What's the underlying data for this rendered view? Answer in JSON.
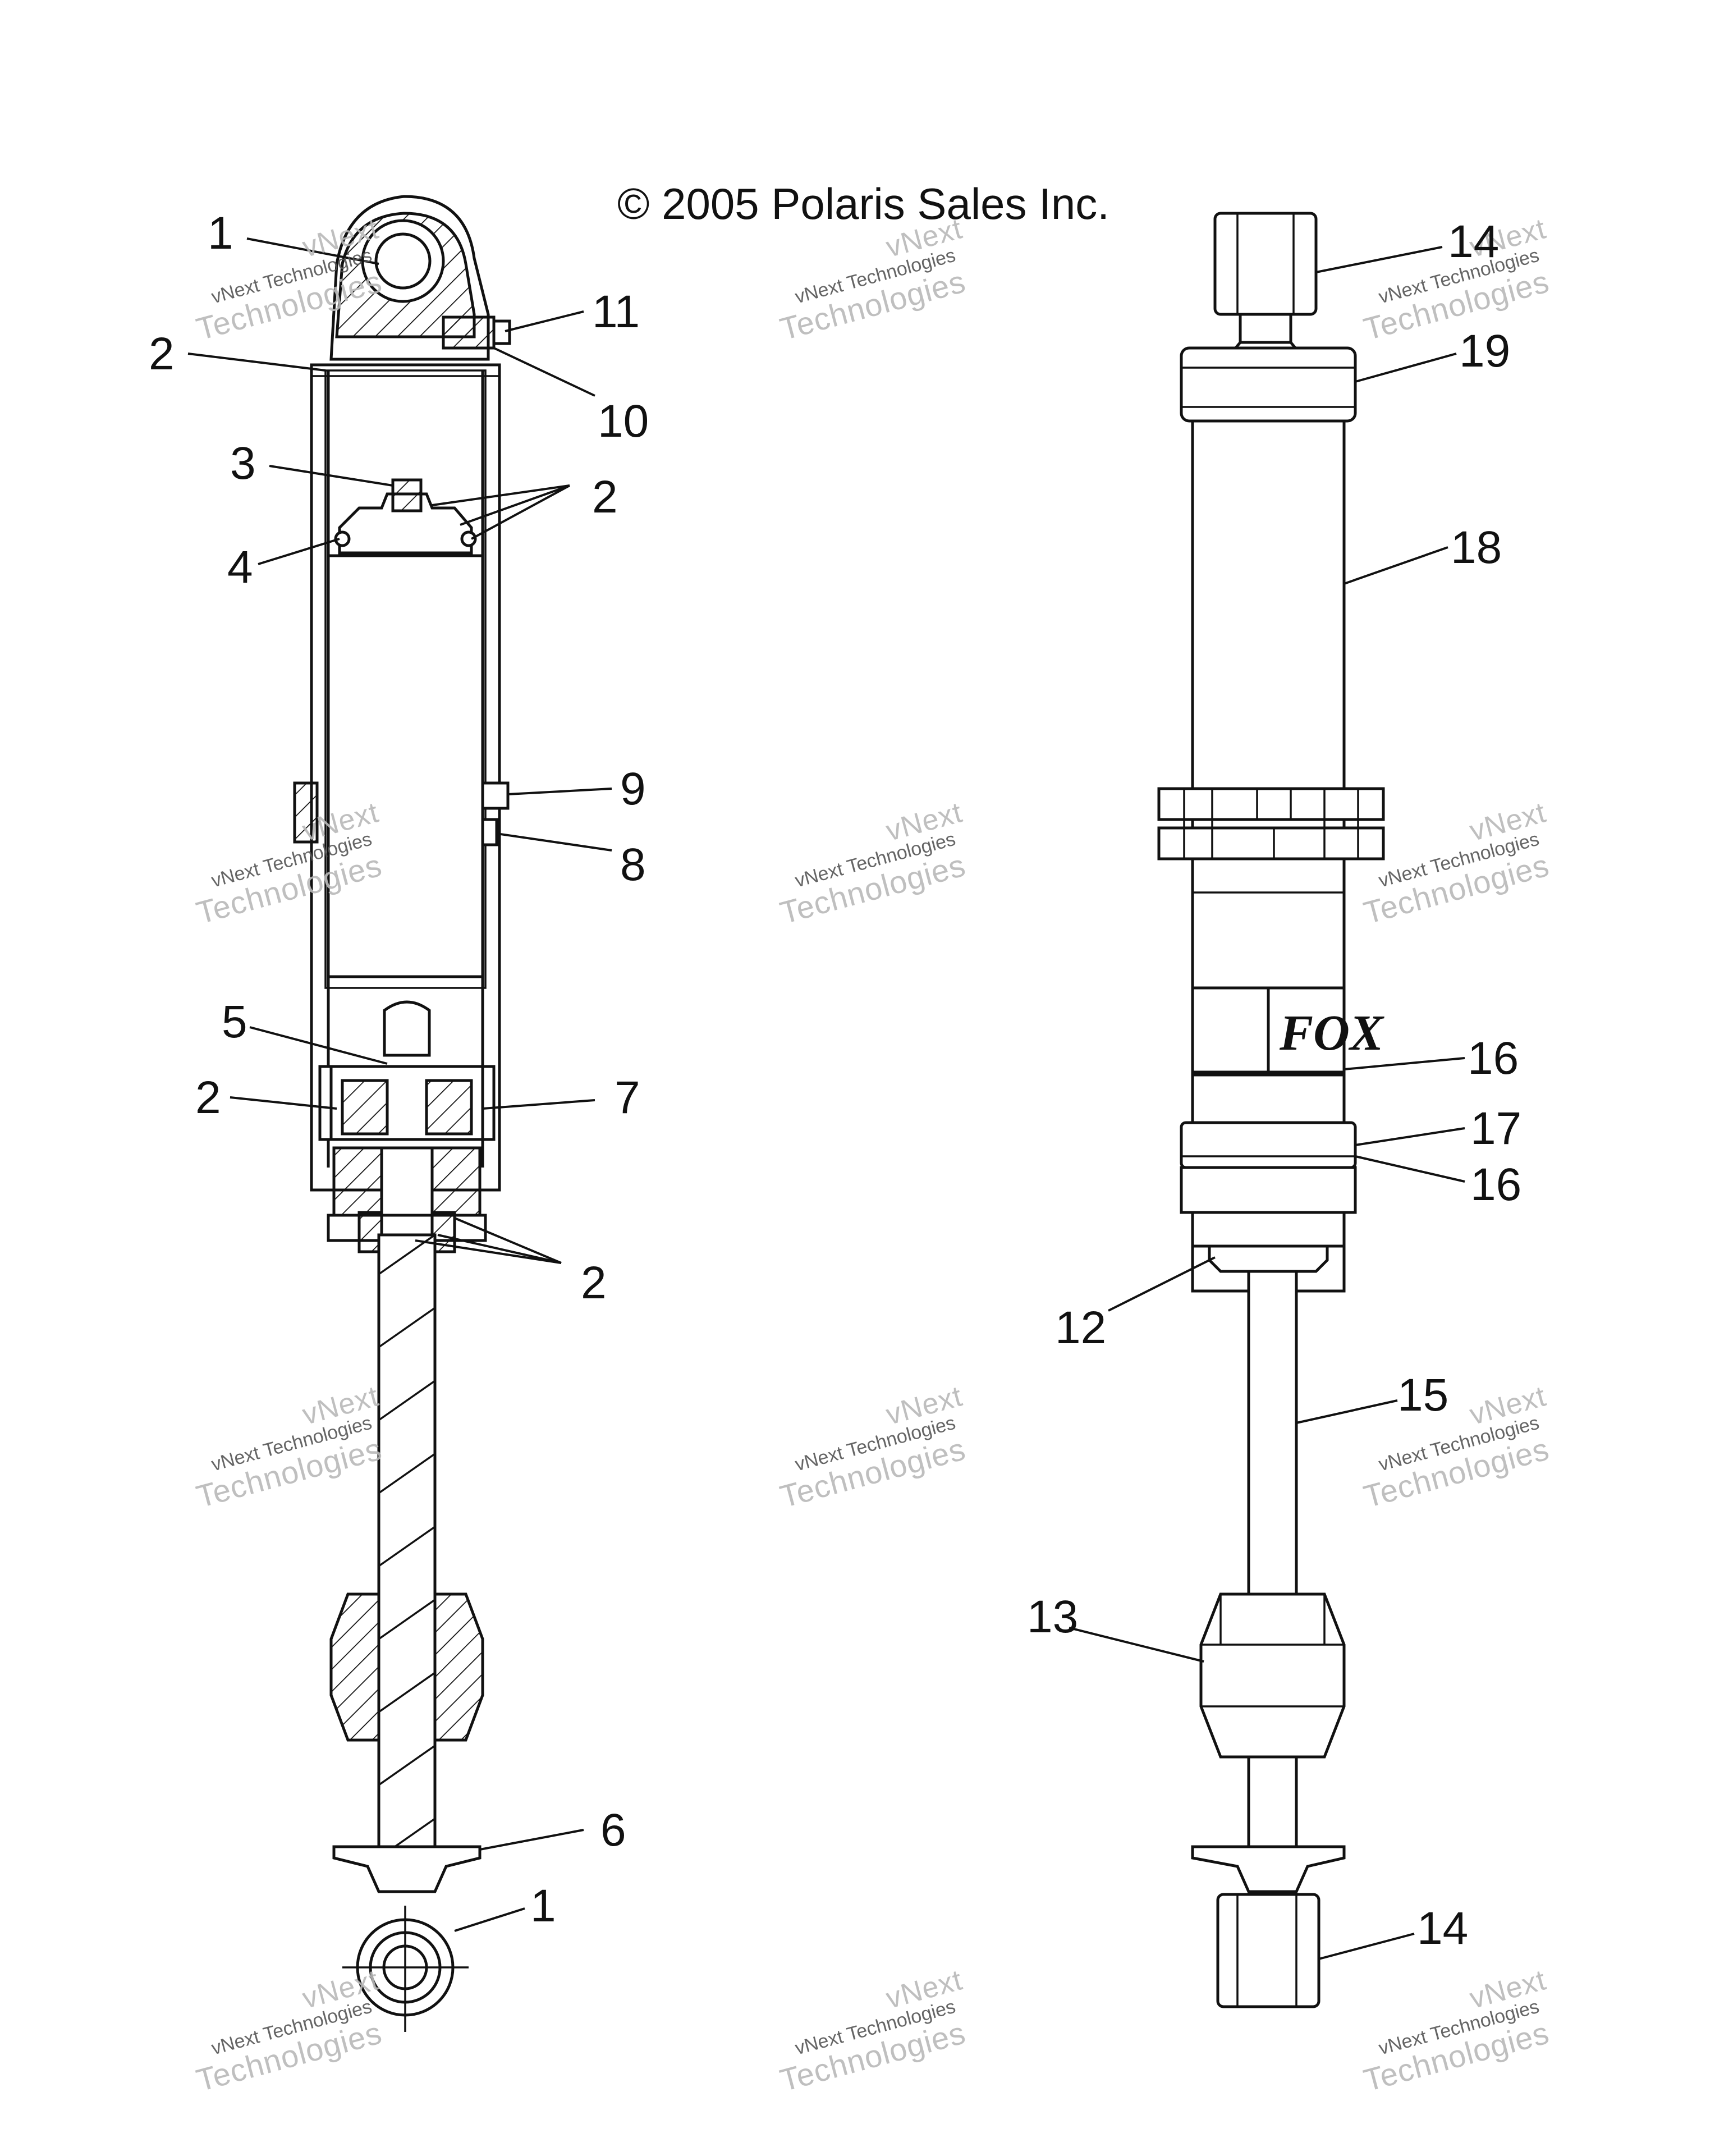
{
  "copyright": "© 2005 Polaris Sales Inc.",
  "watermark": {
    "brand": "vNext",
    "line": "vNext Technologies",
    "big": "Technologies"
  },
  "left_callouts": {
    "c1_top": "1",
    "c2_a": "2",
    "c11": "11",
    "c10": "10",
    "c3": "3",
    "c2_b": "2",
    "c4": "4",
    "c9": "9",
    "c8": "8",
    "c5": "5",
    "c2_c": "2",
    "c7": "7",
    "c2_d": "2",
    "c6": "6",
    "c1_bottom": "1"
  },
  "right_callouts": {
    "c14_top": "14",
    "c19": "19",
    "c18": "18",
    "c16_a": "16",
    "c17": "17",
    "c16_b": "16",
    "c12": "12",
    "c15": "15",
    "c13": "13",
    "c14_bottom": "14"
  },
  "logo_text": "FOX"
}
